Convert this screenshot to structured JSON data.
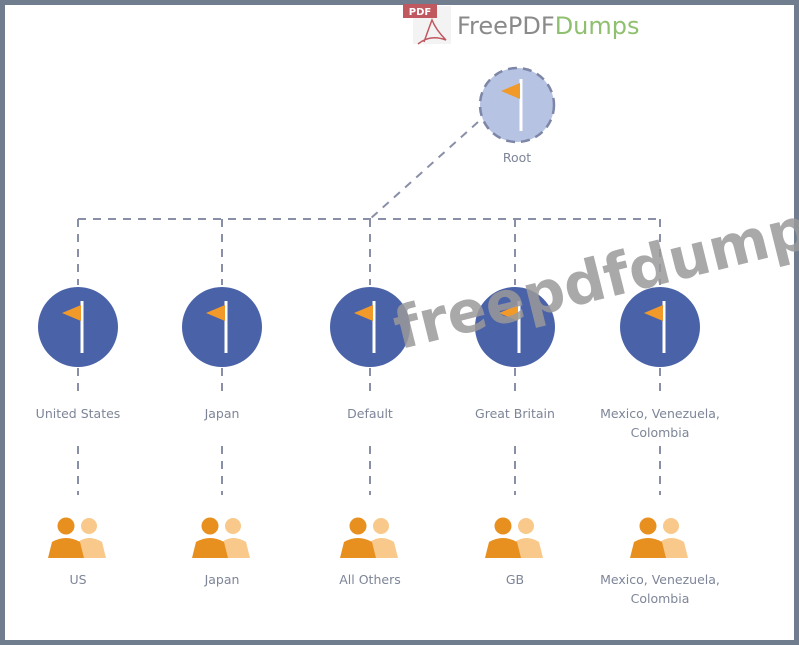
{
  "logo": {
    "badge": "PDF",
    "name_part1": "FreePDF",
    "name_part2": "Dumps"
  },
  "watermark": "freepdfdumps.com",
  "root": {
    "label": "Root",
    "icon": "flag-icon"
  },
  "colors": {
    "node": "#4a62a8",
    "root": "#b6c3e3",
    "flag": "#f19a2a",
    "person_dark": "#e8901f",
    "person_light": "#f8c98b"
  },
  "branches": [
    {
      "node_label": [
        "United States"
      ],
      "audience_label": [
        "US"
      ]
    },
    {
      "node_label": [
        "Japan"
      ],
      "audience_label": [
        "Japan"
      ]
    },
    {
      "node_label": [
        "Default"
      ],
      "audience_label": [
        "All Others"
      ]
    },
    {
      "node_label": [
        "Great Britain"
      ],
      "audience_label": [
        "GB"
      ]
    },
    {
      "node_label": [
        "Mexico, Venezuela,",
        "Colombia"
      ],
      "audience_label": [
        "Mexico, Venezuela,",
        "Colombia"
      ]
    }
  ]
}
